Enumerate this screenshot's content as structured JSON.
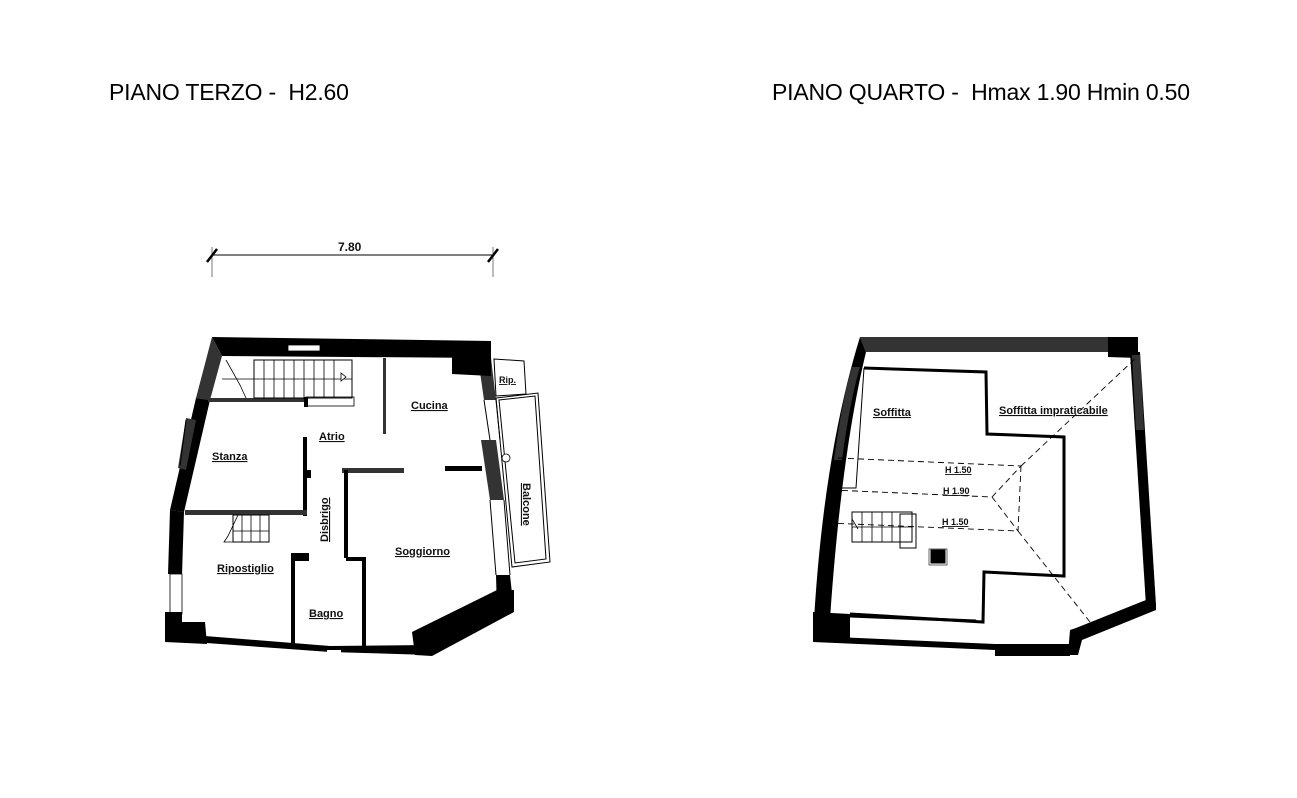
{
  "titles": {
    "left": "PIANO TERZO -  H2.60",
    "right": "PIANO QUARTO -  Hmax 1.90 Hmin 0.50"
  },
  "left_plan": {
    "dimension": "7.80",
    "rooms": {
      "cucina": "Cucina",
      "rip": "Rip.",
      "atrio": "Atrio",
      "stanza": "Stanza",
      "disbrigo": "Disbrigo",
      "balcone": "Balcone",
      "soggiorno": "Soggiorno",
      "ripostiglio": "Ripostiglio",
      "bagno": "Bagno"
    }
  },
  "right_plan": {
    "rooms": {
      "soffitta": "Soffitta",
      "soffitta_impraticabile": "Soffitta impraticabile"
    },
    "heights": {
      "h1": "H 1.50",
      "h2": "H 1.90",
      "h3": "H 1.50"
    }
  },
  "colors": {
    "wall": "#000000",
    "wall_shaded": "#333333",
    "background": "#ffffff"
  }
}
